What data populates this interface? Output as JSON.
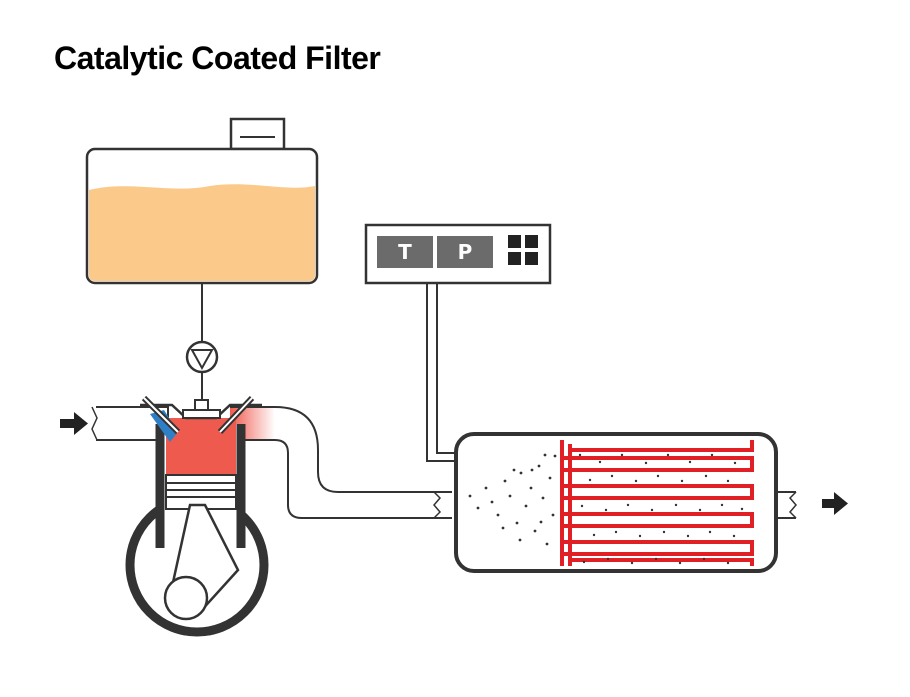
{
  "title": "Catalytic Coated Filter",
  "sensor_box": {
    "temperature_label": "T",
    "pressure_label": "P"
  },
  "colors": {
    "fuel": "#fbc98a",
    "combustion": "#ef5a4f",
    "intake": "#2f7fc7",
    "filter_channels": "#e02025",
    "outline": "#333333",
    "sensor_key": "#6b6b6b"
  },
  "icons": [
    "fuel-tank-icon",
    "pump-icon",
    "engine-cylinder-icon",
    "sensor-display-icon",
    "particulate-filter-icon",
    "inlet-arrow-icon",
    "outlet-arrow-icon"
  ]
}
